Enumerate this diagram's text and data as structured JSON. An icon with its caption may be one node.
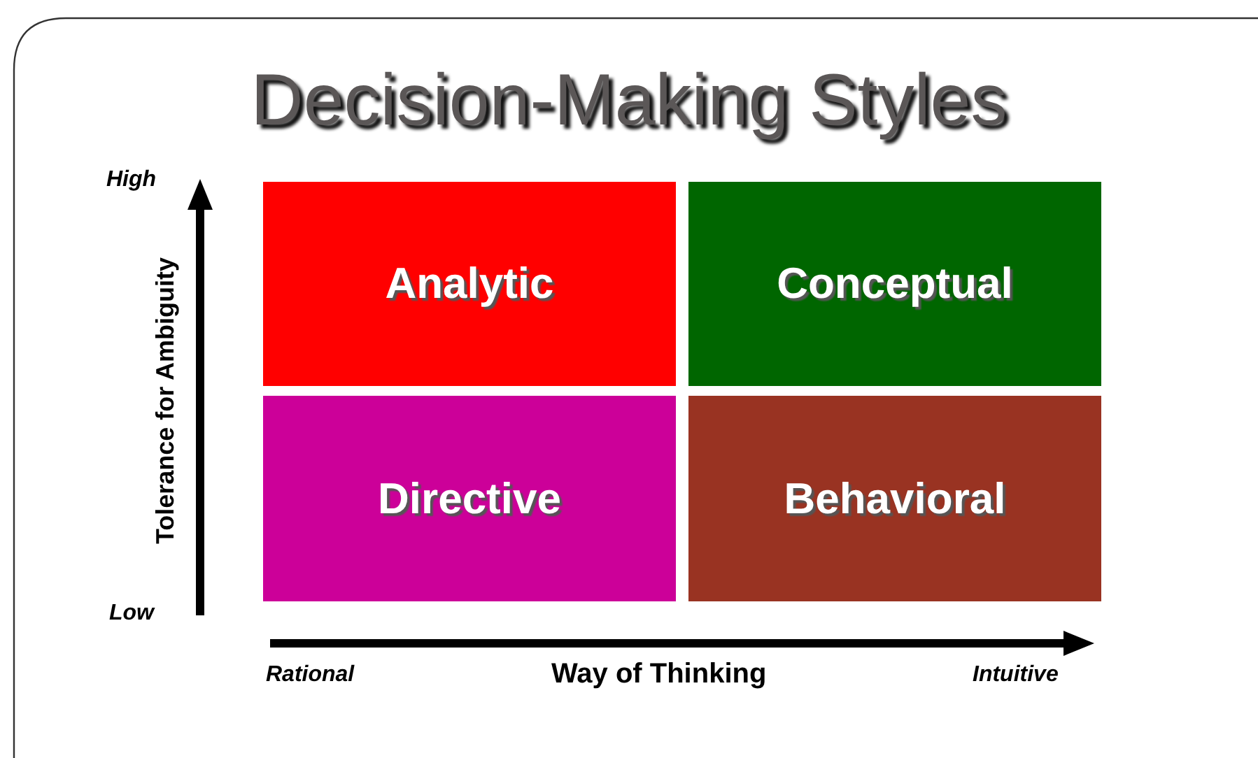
{
  "diagram": {
    "title": "Decision-Making Styles",
    "nodes": [
      {
        "text": [
          "Analytic"
        ]
      },
      {
        "text": [
          "Conceptual"
        ]
      },
      {
        "text": [
          "Directive"
        ]
      },
      {
        "text": [
          "Behavioral"
        ]
      }
    ],
    "edges": [],
    "labels": [
      "High",
      "Tolerance for Ambiguity",
      "Low",
      "Rational",
      "Way of Thinking",
      "Intuitive"
    ]
  }
}
